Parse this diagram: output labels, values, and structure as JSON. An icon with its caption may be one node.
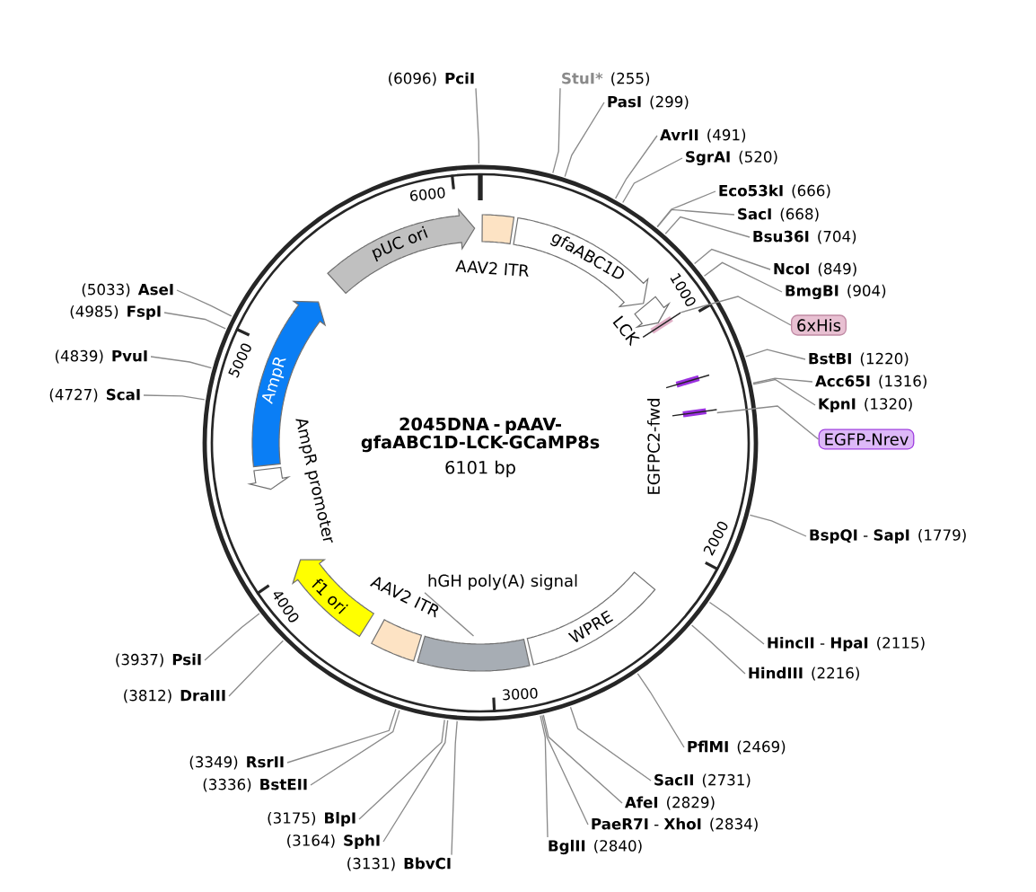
{
  "diagram": {
    "title": "2045DNA - pAAV-gfaABC1D-LCK-GCaMP8s",
    "nodes": [
      {
        "text": [
          "AAV2 ITR"
        ]
      },
      {
        "text": [
          "gfaABC1D"
        ]
      },
      {
        "text": [
          "LCK"
        ]
      },
      {
        "text": [],
        "shape": "bar"
      },
      {
        "text": [
          "6xHis"
        ]
      },
      {
        "text": [
          "EGFPC2-fwd"
        ]
      },
      {
        "text": [],
        "shape": "bar"
      },
      {
        "text": [
          "EGFP-Nrev"
        ]
      },
      {
        "text": [
          "WPRE"
        ]
      },
      {
        "text": [],
        "shape": "bar"
      },
      {
        "text": [
          "hGH poly(A) signal"
        ]
      },
      {
        "text": [
          "AAV2 ITR"
        ]
      },
      {
        "text": [
          "f1 ori"
        ]
      },
      {
        "text": [
          "AmpR promoter"
        ]
      },
      {
        "text": [
          "AmpR"
        ]
      },
      {
        "text": [
          "pUC ori"
        ]
      },
      {
        "text": [
          "(6096)",
          "PciI"
        ]
      },
      {
        "text": [
          "StuI*",
          "(255)"
        ]
      },
      {
        "text": [
          "PasI",
          "(299)"
        ]
      },
      {
        "text": [
          "AvrII",
          "(491)"
        ]
      },
      {
        "text": [
          "SgrAI",
          "(520)"
        ]
      },
      {
        "text": [
          "Eco53kI",
          "(666)"
        ]
      },
      {
        "text": [
          "SacI",
          "(668)"
        ]
      },
      {
        "text": [
          "Bsu36I",
          "(704)"
        ]
      },
      {
        "text": [
          "NcoI",
          "(849)"
        ]
      },
      {
        "text": [
          "BmgBI",
          "(904)"
        ]
      },
      {
        "text": [
          "BstBI",
          "(1220)"
        ]
      },
      {
        "text": [
          "Acc65I",
          "(1316)"
        ]
      },
      {
        "text": [
          "KpnI",
          "(1320)"
        ]
      },
      {
        "text": [
          "**BspQI** - **SapI**",
          "(1779)"
        ]
      },
      {
        "text": [
          "**HincII** - **HpaI**",
          "(2115)"
        ]
      },
      {
        "text": [
          "HindIII",
          "(2216)"
        ]
      },
      {
        "text": [
          "PflMI",
          "(2469)"
        ]
      },
      {
        "text": [
          "SacII",
          "(2731)"
        ]
      },
      {
        "text": [
          "AfeI",
          "(2829)"
        ]
      },
      {
        "text": [
          "**PaeR7I** - **XhoI**",
          "(2834)"
        ]
      },
      {
        "text": [
          "BglII",
          "(2840)"
        ]
      },
      {
        "text": [
          "(3131)",
          "BbvCI"
        ]
      },
      {
        "text": [
          "(3164)",
          "SphI"
        ]
      },
      {
        "text": [
          "(3175)",
          "BlpI"
        ]
      },
      {
        "text": [
          "(3336)",
          "BstEII"
        ]
      },
      {
        "text": [
          "(3349)",
          "RsrII"
        ]
      },
      {
        "text": [
          "(3812)",
          "DraIII"
        ]
      },
      {
        "text": [
          "(3937)",
          "PsiI"
        ]
      },
      {
        "text": [
          "(4727)",
          "ScaI"
        ]
      },
      {
        "text": [
          "(4839)",
          "PvuI"
        ]
      },
      {
        "text": [
          "(4985)",
          "FspI"
        ]
      },
      {
        "text": [
          "(5033)",
          "AseI"
        ]
      }
    ],
    "edges": [
      {
        "from": 4,
        "to": 3,
        "arrow": "none"
      },
      {
        "from": 7,
        "to": 6,
        "arrow": "none"
      },
      {
        "from": 10,
        "to": 9,
        "arrow": "none"
      },
      {
        "from": 16,
        "to": null,
        "arrow": "none"
      },
      {
        "from": 17,
        "to": null,
        "arrow": "none"
      },
      {
        "from": 18,
        "to": null,
        "arrow": "none"
      },
      {
        "from": 19,
        "to": null,
        "arrow": "none"
      },
      {
        "from": 20,
        "to": null,
        "arrow": "none"
      },
      {
        "from": 21,
        "to": null,
        "arrow": "none"
      },
      {
        "from": 22,
        "to": null,
        "arrow": "none"
      },
      {
        "from": 23,
        "to": null,
        "arrow": "none"
      },
      {
        "from": 24,
        "to": null,
        "arrow": "none"
      },
      {
        "from": 25,
        "to": null,
        "arrow": "none"
      },
      {
        "from": 26,
        "to": null,
        "arrow": "none"
      },
      {
        "from": 27,
        "to": null,
        "arrow": "none"
      },
      {
        "from": 28,
        "to": null,
        "arrow": "none"
      },
      {
        "from": 29,
        "to": null,
        "arrow": "none"
      },
      {
        "from": 30,
        "to": null,
        "arrow": "none"
      },
      {
        "from": 31,
        "to": null,
        "arrow": "none"
      },
      {
        "from": 32,
        "to": null,
        "arrow": "none"
      },
      {
        "from": 33,
        "to": null,
        "arrow": "none"
      },
      {
        "from": 34,
        "to": null,
        "arrow": "none"
      },
      {
        "from": 35,
        "to": null,
        "arrow": "none"
      },
      {
        "from": 36,
        "to": null,
        "arrow": "none"
      },
      {
        "from": 37,
        "to": null,
        "arrow": "none"
      },
      {
        "from": 38,
        "to": null,
        "arrow": "none"
      },
      {
        "from": 39,
        "to": null,
        "arrow": "none"
      },
      {
        "from": 40,
        "to": null,
        "arrow": "none"
      },
      {
        "from": 41,
        "to": null,
        "arrow": "none"
      },
      {
        "from": 42,
        "to": null,
        "arrow": "none"
      },
      {
        "from": 43,
        "to": null,
        "arrow": "none"
      },
      {
        "from": 44,
        "to": null,
        "arrow": "none"
      },
      {
        "from": 45,
        "to": null,
        "arrow": "none"
      },
      {
        "from": 46,
        "to": null,
        "arrow": "none"
      },
      {
        "from": 47,
        "to": null,
        "arrow": "none"
      }
    ],
    "labels": [
      "6101 bp",
      "1000",
      "2000",
      "3000",
      "4000",
      "5000",
      "6000"
    ]
  }
}
